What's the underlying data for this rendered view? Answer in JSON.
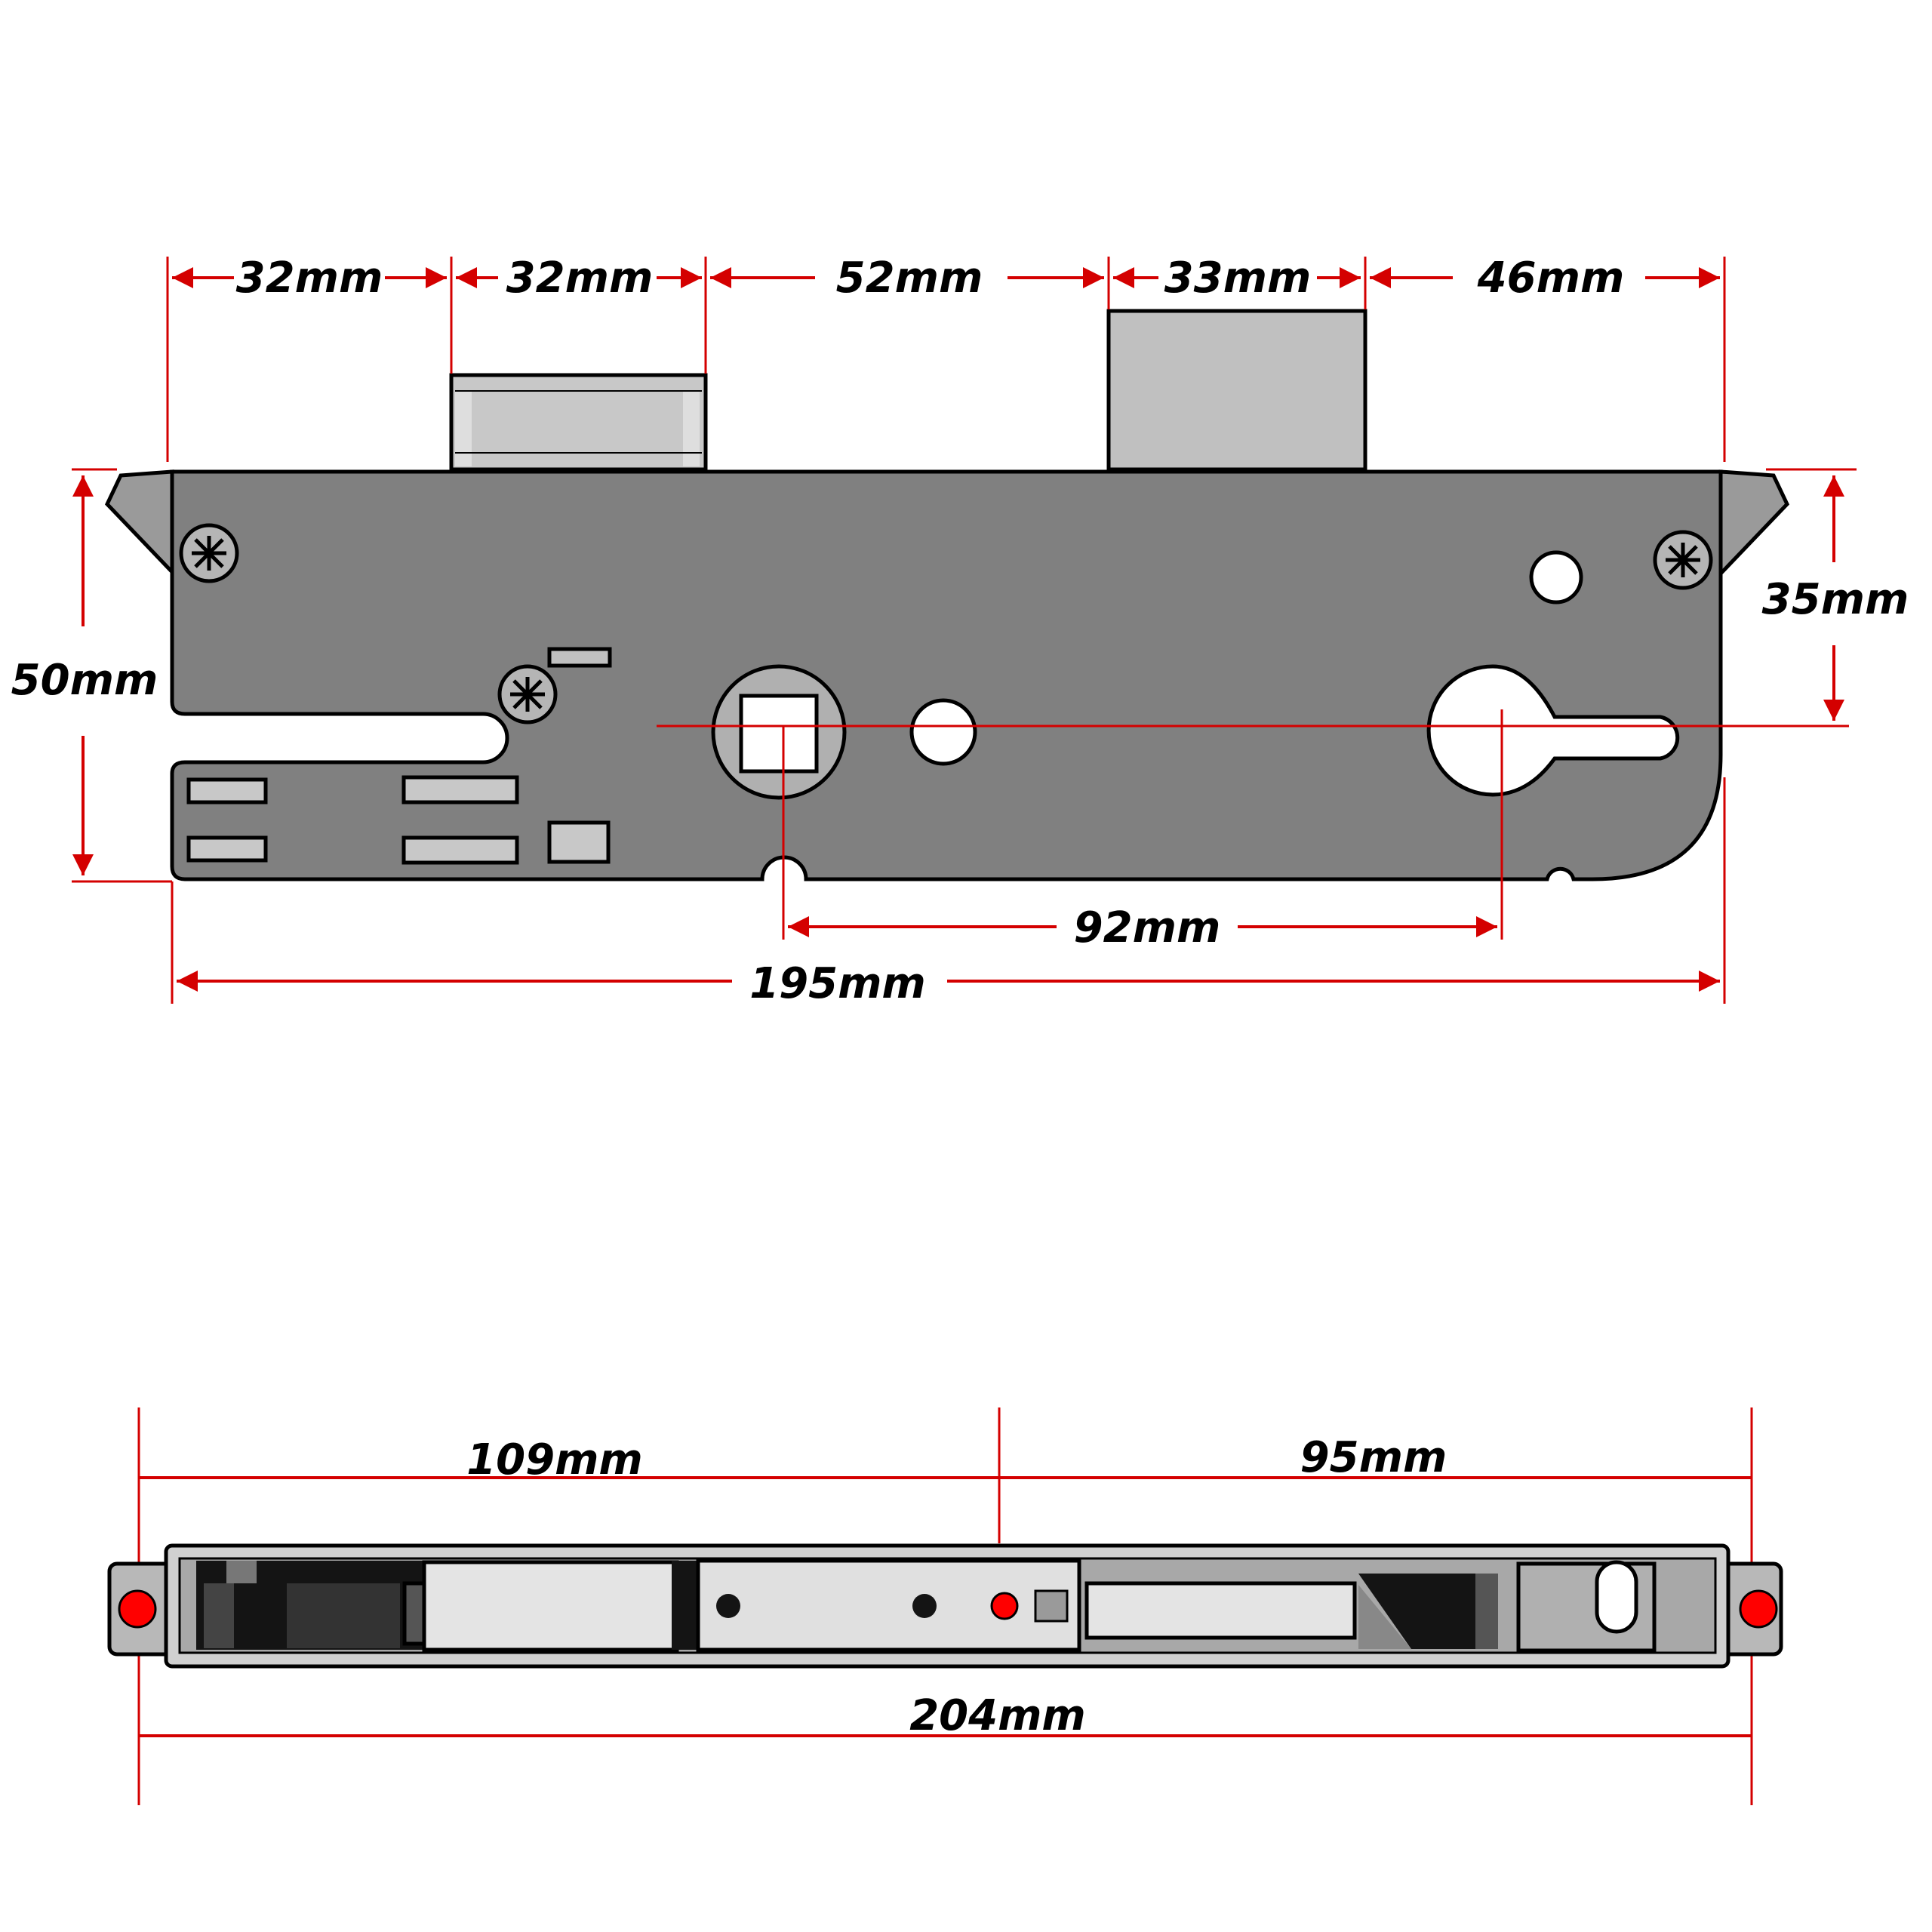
{
  "colors": {
    "dimension": "#d40000",
    "plate": "#808080",
    "bolt": "#c0c0c0",
    "outline": "#000000",
    "screw_marker": "#ff0000"
  },
  "front_view": {
    "top_dimensions": [
      "32mm",
      "32mm",
      "52mm",
      "33mm",
      "46mm"
    ],
    "backset_left": "50mm",
    "backset_right": "35mm",
    "centre_distance": "92mm",
    "overall_length": "195mm"
  },
  "side_view": {
    "left_segment": "109mm",
    "right_segment": "95mm",
    "overall_length": "204mm"
  }
}
